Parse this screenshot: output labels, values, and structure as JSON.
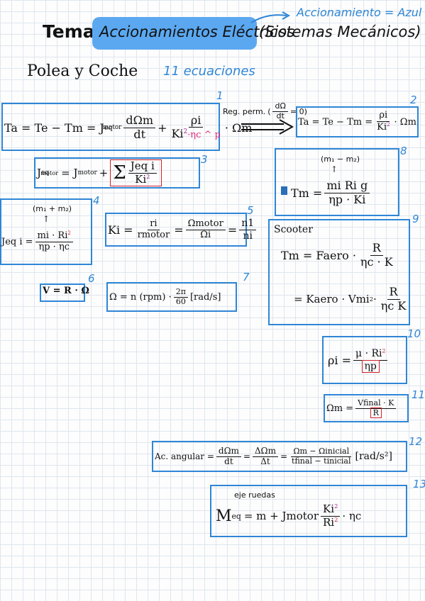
{
  "header": {
    "title_prefix": "Tema 1:",
    "title_highlight": "Accionamientos Eléctricos",
    "title_rest": "(Sistemas Mecánicos)",
    "note": "Accionamiento = Azul",
    "subtitle": "Polea y Coche",
    "count_note": "11 ecuaciones"
  },
  "colors": {
    "box_border": "#2f86d6",
    "highlight": "#5ba8f0",
    "accent_red": "#d0212b",
    "accent_purple": "#a11f8f",
    "accent_pink": "#e0287a",
    "grid": "#dfe6ee"
  },
  "numbers": [
    "1",
    "2",
    "3",
    "4",
    "5",
    "6",
    "7",
    "8",
    "9",
    "10",
    "11",
    "12",
    "13"
  ],
  "eq1": {
    "lhs": "Ta = Te − Tm = J",
    "sub": "eq",
    "sup": "motor",
    "d_num": "dΩm",
    "d_den": "dt",
    "plus": "+",
    "rho_num": "ρi",
    "rho_den": "Ki",
    "k_sup": "2",
    "eta_p": "·ηc ^ p",
    "omega": "· Ωm"
  },
  "arrow_note": {
    "label": "Reg. perm.",
    "cond_num": "dΩ",
    "cond_den": "dt",
    "cond_eq": "= 0)"
  },
  "eq2": {
    "lhs": "Ta = Te − Tm =",
    "num": "ρi",
    "den": "Ki",
    "sup": "2",
    "omega": "· Ωm"
  },
  "eq3": {
    "lhs": "J",
    "lhs_sub": "eq",
    "lhs_sup": "motor",
    "mid": "= J",
    "mid_sub": "motor",
    "plus": "+",
    "sum": "Σ",
    "num": "Jeq i",
    "den": "Ki",
    "sup": "2"
  },
  "eq4": {
    "lhs": "Jeq i =",
    "top": "(m₁ + m₂)",
    "num_m": "mi · Ri",
    "sup": "2",
    "den": "ηp · ηc"
  },
  "eq5": {
    "lhs": "Ki =",
    "f1_num": "ri",
    "f1_den": "rmotor",
    "eq": "=",
    "f2_num": "Ωmotor",
    "f2_den": "Ωi",
    "f3_num": "n1",
    "f3_den": "ni"
  },
  "eq6": {
    "text": "V = R · Ω"
  },
  "eq7": {
    "lhs": "Ω = n (rpm) ·",
    "num": "2π",
    "den": "60",
    "unit": "[rad/s]"
  },
  "eq8": {
    "top": "(m₁ − m₂)",
    "lhs": "Tm =",
    "num": "mi Ri g",
    "den": "ηp · Ki"
  },
  "eq9": {
    "label": "Scooter",
    "l1": "Tm = Faero ·",
    "n1": "R",
    "d1": "ηc · K",
    "l2": "= Kaero · Vmi",
    "sup2": "2",
    "l2b": "·",
    "n2": "R",
    "d2": "ηc K"
  },
  "eq10": {
    "lhs": "ρi =",
    "num": "μ · Ri",
    "den": "ηp",
    "sup": "2"
  },
  "eq11": {
    "lhs": "Ωm =",
    "num": "Vfinal · K",
    "den": "R"
  },
  "eq12": {
    "lhs": "Ac. angular =",
    "f1_num": "dΩm",
    "f1_den": "dt",
    "f2_num": "ΔΩm",
    "f2_den": "Δt",
    "f3_num": "Ωm − Ωinicial",
    "f3_den": "tfinal − tinicial",
    "unit": "[rad/s²]"
  },
  "eq13": {
    "top": "eje ruedas",
    "lhs": "M",
    "lhs_sub": "eq",
    "mid": "= m + Jmotor",
    "num": "Ki",
    "den": "Ri",
    "sup": "2",
    "tail": "· ηc"
  }
}
